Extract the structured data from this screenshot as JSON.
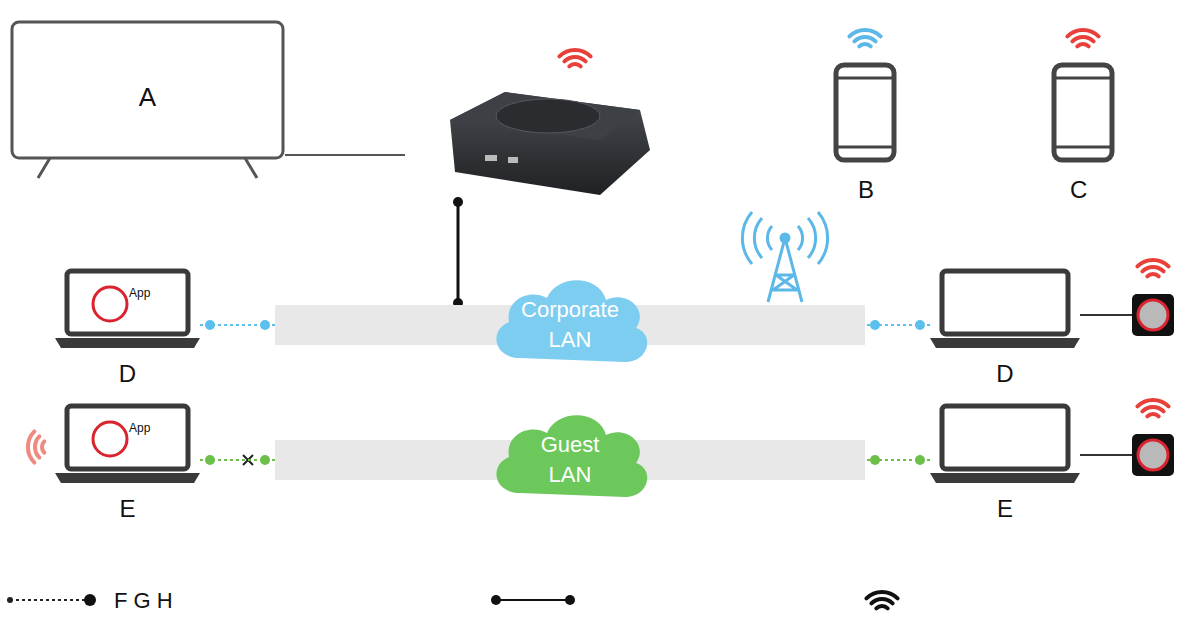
{
  "diagram": {
    "nodes": [
      {
        "text": [
          "A"
        ]
      },
      {
        "text": [
          "Corporate LAN"
        ]
      },
      {
        "text": [
          "Guest LAN"
        ]
      },
      {
        "text": [
          "App",
          "D"
        ]
      },
      {
        "text": [
          "D"
        ]
      },
      {
        "text": [
          "App",
          "E"
        ]
      },
      {
        "text": [
          "E"
        ]
      }
    ],
    "edges": [
      {
        "from": 3,
        "to": 1,
        "arrow": "none"
      },
      {
        "from": 4,
        "to": 1,
        "arrow": "none"
      },
      {
        "from": 5,
        "to": 2,
        "arrow": "none"
      },
      {
        "from": 6,
        "to": 2,
        "arrow": "none"
      }
    ],
    "labels": [
      "B",
      "C"
    ],
    "legend": [
      {
        "text": "F G H"
      }
    ]
  }
}
